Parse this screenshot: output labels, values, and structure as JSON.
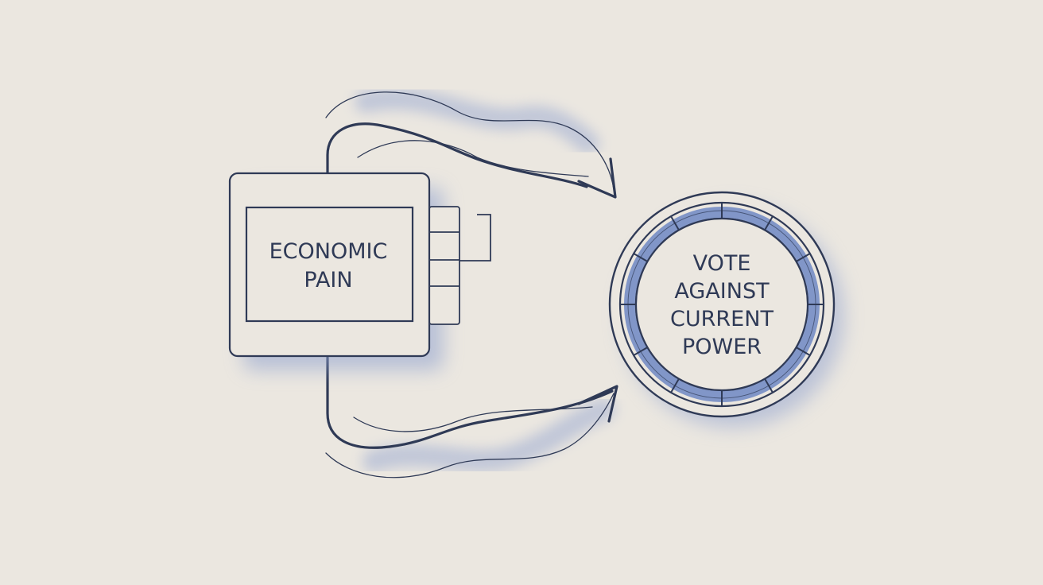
{
  "source_node": {
    "label_lines": [
      "ECONOMIC",
      "PAIN"
    ]
  },
  "target_node": {
    "label_lines": [
      "VOTE",
      "AGAINST",
      "CURRENT",
      "POWER"
    ]
  },
  "colors": {
    "background": "#ebe7e0",
    "ink": "#2f3a56",
    "accent": "#7f93c4",
    "accent_light": "#a9b6da"
  },
  "icons": {
    "source": "device-box-icon",
    "target": "ring-icon",
    "connector_top": "curved-arrow-icon",
    "connector_bottom": "curved-arrow-icon"
  }
}
